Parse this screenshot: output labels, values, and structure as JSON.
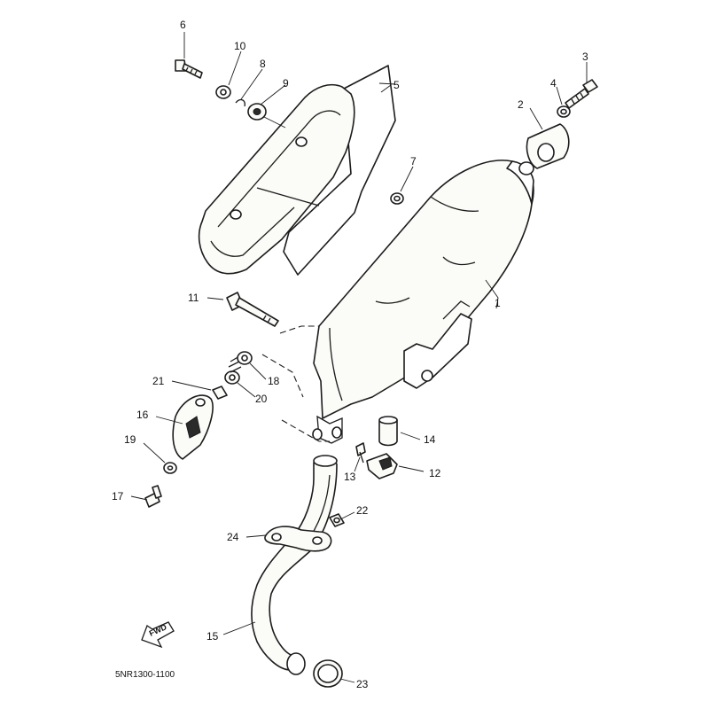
{
  "diagram": {
    "drawing_code": "5NR1300-1100",
    "direction_label": "FWD",
    "callouts": [
      {
        "id": "c1",
        "label": "1"
      },
      {
        "id": "c2",
        "label": "2"
      },
      {
        "id": "c3",
        "label": "3"
      },
      {
        "id": "c4",
        "label": "4"
      },
      {
        "id": "c5",
        "label": "5"
      },
      {
        "id": "c6",
        "label": "6"
      },
      {
        "id": "c7",
        "label": "7"
      },
      {
        "id": "c8",
        "label": "8"
      },
      {
        "id": "c9",
        "label": "9"
      },
      {
        "id": "c10",
        "label": "10"
      },
      {
        "id": "c11",
        "label": "11"
      },
      {
        "id": "c12",
        "label": "12"
      },
      {
        "id": "c13",
        "label": "13"
      },
      {
        "id": "c14",
        "label": "14"
      },
      {
        "id": "c15",
        "label": "15"
      },
      {
        "id": "c16",
        "label": "16"
      },
      {
        "id": "c17",
        "label": "17"
      },
      {
        "id": "c18",
        "label": "18"
      },
      {
        "id": "c19",
        "label": "19"
      },
      {
        "id": "c20",
        "label": "20"
      },
      {
        "id": "c21",
        "label": "21"
      },
      {
        "id": "c22",
        "label": "22"
      },
      {
        "id": "c23",
        "label": "23"
      },
      {
        "id": "c24",
        "label": "24"
      }
    ]
  }
}
